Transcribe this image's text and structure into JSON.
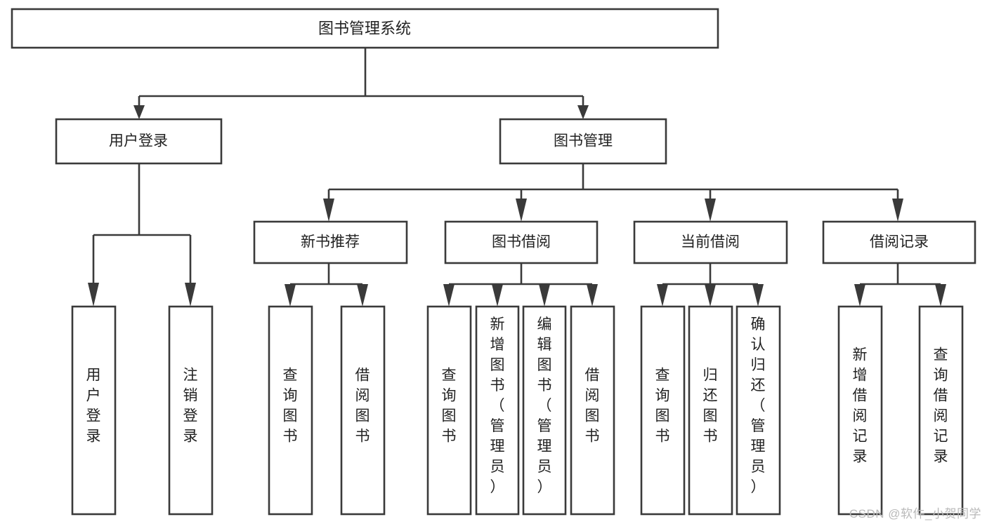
{
  "diagram": {
    "title": "图书管理系统",
    "type": "tree-hierarchy-diagram",
    "colors": {
      "stroke": "#3a3a3a",
      "box_fill": "#ffffff",
      "text": "#222222",
      "background": "#ffffff",
      "watermark": "#b9b9b9"
    },
    "nodes": {
      "root": {
        "label": "图书管理系统",
        "level": 1
      },
      "user_login": {
        "label": "用户登录",
        "level": 2
      },
      "book_manage": {
        "label": "图书管理",
        "level": 2
      },
      "new_book_rec": {
        "label": "新书推荐",
        "level": 3
      },
      "book_borrow": {
        "label": "图书借阅",
        "level": 3
      },
      "current_borrow": {
        "label": "当前借阅",
        "level": 3
      },
      "borrow_record": {
        "label": "借阅记录",
        "level": 3
      }
    },
    "leaves": {
      "user_login": [
        {
          "label": "用户登录"
        },
        {
          "label": "注销登录"
        }
      ],
      "new_book_rec": [
        {
          "label": "查询图书"
        },
        {
          "label": "借阅图书"
        }
      ],
      "book_borrow": [
        {
          "label": "查询图书"
        },
        {
          "label": "新增图书（管理员）"
        },
        {
          "label": "编辑图书（管理员）"
        },
        {
          "label": "借阅图书"
        }
      ],
      "current_borrow": [
        {
          "label": "查询图书"
        },
        {
          "label": "归还图书"
        },
        {
          "label": "确认归还（管理员）"
        }
      ],
      "borrow_record": [
        {
          "label": "新增借阅记录"
        },
        {
          "label": "查询借阅记录"
        }
      ]
    },
    "watermark": "CSDN @软件_小贺同学"
  }
}
